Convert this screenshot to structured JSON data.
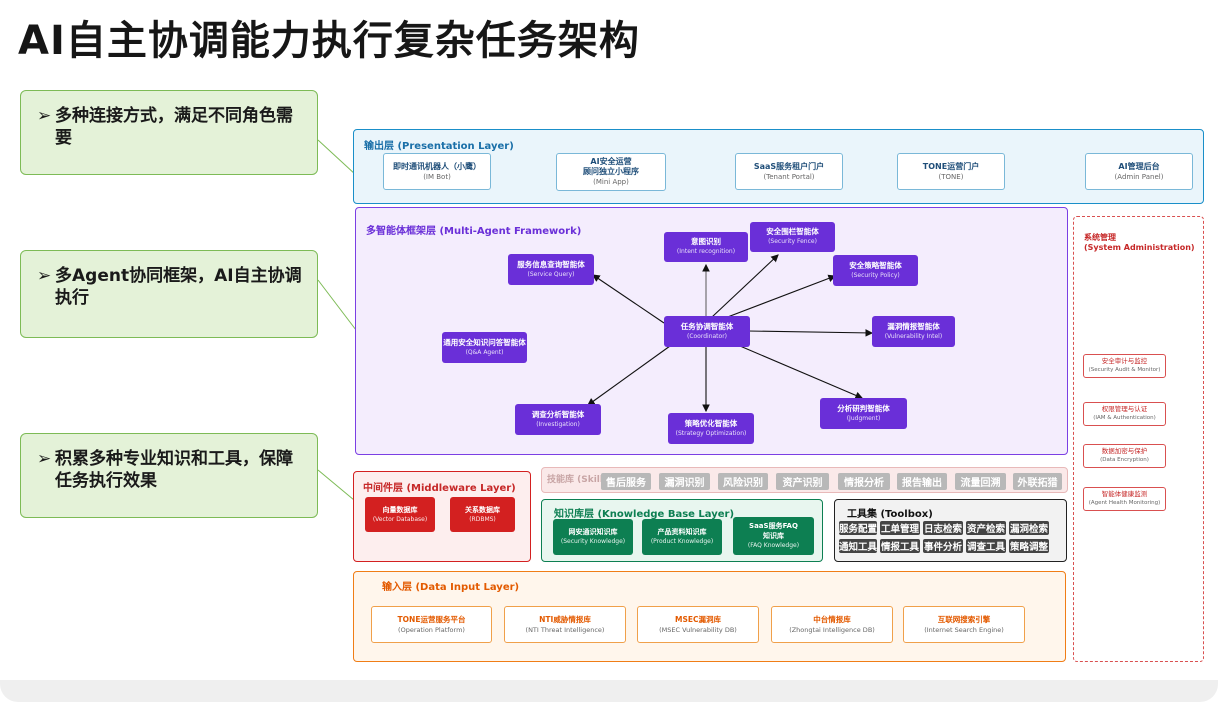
{
  "title": "AI自主协调能力执行复杂任务架构",
  "callouts": [
    "多种连接方式，满足不同角色需要",
    "多Agent协同框架，AI自主协调执行",
    "积累多种专业知识和工具，保障任务执行效果"
  ],
  "presentation": {
    "title": "输出层 (Presentation Layer)",
    "nodes": [
      {
        "name": "即时通讯机器人（小鹰）",
        "en": "(IM Bot)"
      },
      {
        "name": "AI安全运营\n顾问独立小程序",
        "en": "(Mini App)"
      },
      {
        "name": "SaaS服务租户门户",
        "en": "(Tenant Portal)"
      },
      {
        "name": "TONE运营门户",
        "en": "(TONE)"
      },
      {
        "name": "AI管理后台",
        "en": "(Admin Panel)"
      }
    ]
  },
  "agents": {
    "title": "多智能体框架层 (Multi-Agent Framework)",
    "coordinator": {
      "name": "任务协调智能体",
      "en": "(Coordinator)"
    },
    "nodes": [
      {
        "name": "意图识别",
        "en": "(Intent recognition)"
      },
      {
        "name": "安全围栏智能体",
        "en": "(Security Fence)"
      },
      {
        "name": "安全策略智能体",
        "en": "(Security Policy)"
      },
      {
        "name": "服务信息查询智能体",
        "en": "(Service Query)"
      },
      {
        "name": "漏洞情报智能体",
        "en": "(Vulnerability Intel)"
      },
      {
        "name": "通用安全知识问答智能体",
        "en": "(Q&A Agent)"
      },
      {
        "name": "调查分析智能体",
        "en": "(Investigation)"
      },
      {
        "name": "策略优化智能体",
        "en": "(Strategy Optimization)"
      },
      {
        "name": "分析研判智能体",
        "en": "(Judgment)"
      }
    ]
  },
  "middleware": {
    "title": "中间件层 (Middleware Layer)",
    "nodes": [
      {
        "name": "向量数据库",
        "en": "(Vector Database)"
      },
      {
        "name": "关系数据库",
        "en": "(RDBMS)"
      }
    ]
  },
  "skills": {
    "title": "技能库 (Skill)",
    "items": [
      "售后服务",
      "漏洞识别",
      "风险识别",
      "资产识别",
      "情报分析",
      "报告输出",
      "流量回溯",
      "外联拓猎"
    ]
  },
  "knowledge": {
    "title": "知识库层 (Knowledge Base Layer)",
    "nodes": [
      {
        "name": "网安通识知识库",
        "en": "(Security Knowledge)"
      },
      {
        "name": "产品资料知识库",
        "en": "(Product Knowledge)"
      },
      {
        "name": "SaaS服务FAQ\n知识库",
        "en": "(FAQ Knowledge)"
      }
    ]
  },
  "toolbox": {
    "title": "工具集 (Toolbox)",
    "items": [
      "服务配置",
      "工单管理",
      "日志检索",
      "资产检索",
      "漏洞检索",
      "通知工具",
      "情报工具",
      "事件分析",
      "调查工具",
      "策略调整"
    ]
  },
  "input": {
    "title": "输入层 (Data Input Layer)",
    "nodes": [
      {
        "name": "TONE运营服务平台",
        "en": "(Operation Platform)"
      },
      {
        "name": "NTI威胁情报库",
        "en": "(NTI Threat Intelligence)"
      },
      {
        "name": "MSEC漏洞库",
        "en": "(MSEC Vulnerability DB)"
      },
      {
        "name": "中台情报库",
        "en": "(Zhongtai Intelligence DB)"
      },
      {
        "name": "互联网搜索引擎",
        "en": "(Internet Search Engine)"
      }
    ]
  },
  "system": {
    "title": "系统管理\n(System Administration)",
    "nodes": [
      {
        "name": "安全审计与监控",
        "en": "(Security Audit & Monitor)"
      },
      {
        "name": "权限管理与认证",
        "en": "(IAM & Authentication)"
      },
      {
        "name": "数据加密与保护",
        "en": "(Data Encryption)"
      },
      {
        "name": "智能体健康监测",
        "en": "(Agent Health Monitoring)"
      }
    ]
  },
  "colors": {
    "presentation": "#1a8fc9",
    "agents": "#7b3fe4",
    "middleware": "#d32020",
    "knowledge": "#0d7f52",
    "input": "#f07d16",
    "system": "#d95050",
    "callout": "#7dbb56"
  }
}
